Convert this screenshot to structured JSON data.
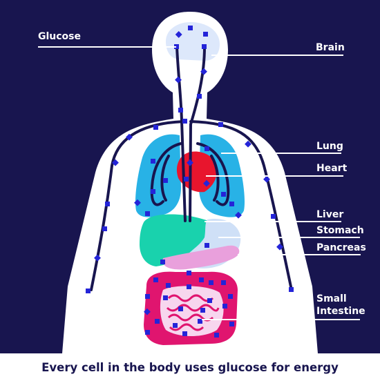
{
  "labels": {
    "glucose": "Glucose",
    "brain": "Brain",
    "lung": "Lung",
    "heart": "Heart",
    "liver": "Liver",
    "stomach": "Stomach",
    "pancreas": "Pancreas",
    "small_intestine_line1": "Small",
    "small_intestine_line2": "Intestine"
  },
  "caption": "Every cell in the body uses glucose for energy",
  "colors": {
    "background": "#18154f",
    "body": "#ffffff",
    "brain": "#dde8fb",
    "lungs": "#28b2e6",
    "heart": "#e8152d",
    "liver": "#19d2ad",
    "stomach": "#cfe0f7",
    "pancreas": "#e9a0dc",
    "intestine": "#e0156f",
    "intestine_inner": "#f7d6ee",
    "glucose_marker": "#2424d8",
    "vessels": "#18154f"
  }
}
